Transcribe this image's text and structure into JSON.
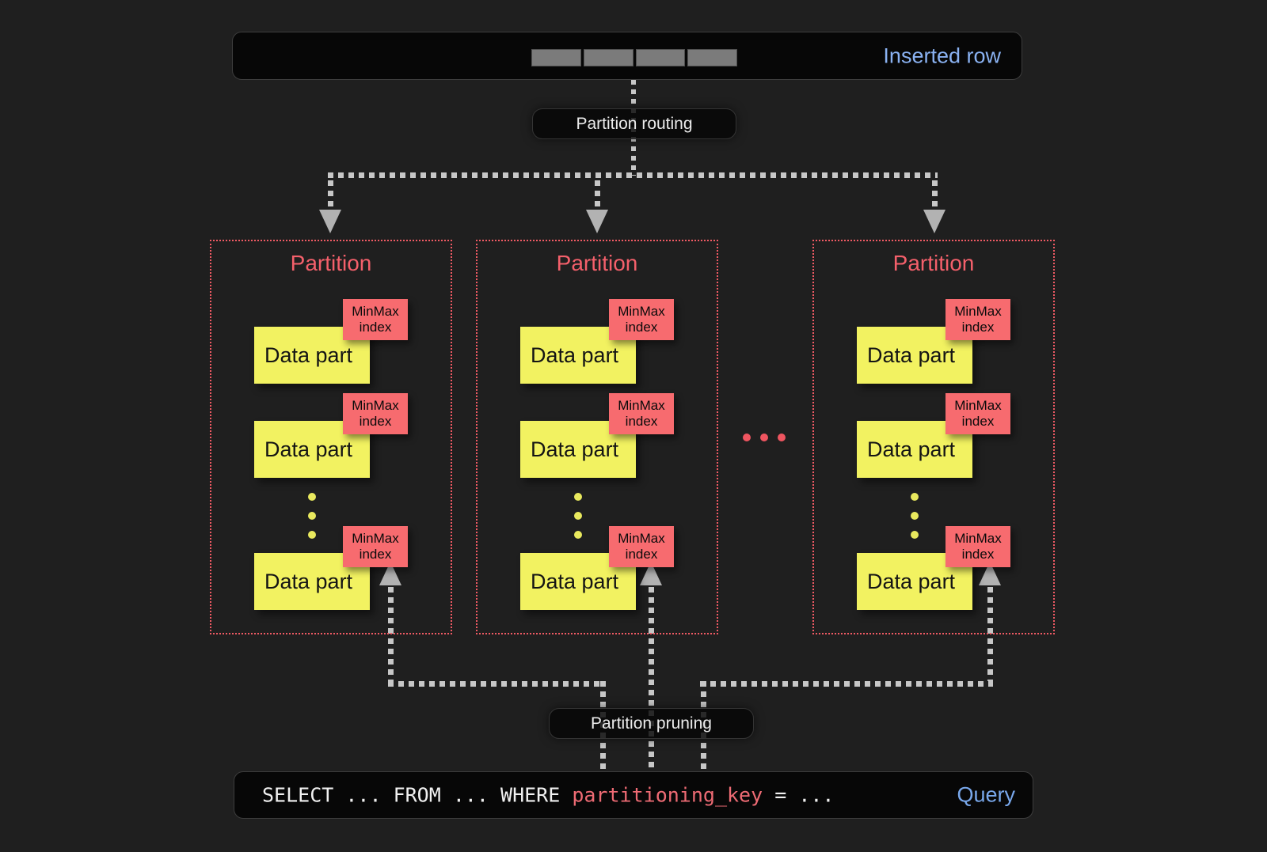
{
  "inserted_row": {
    "label": "Inserted row",
    "segment_count": 4
  },
  "routing": {
    "label": "Partition routing"
  },
  "pruning": {
    "label": "Partition pruning"
  },
  "partitions": [
    {
      "title": "Partition",
      "parts": [
        {
          "label": "Data part",
          "index": "MinMax index"
        },
        {
          "label": "Data part",
          "index": "MinMax index"
        },
        {
          "label": "Data part",
          "index": "MinMax index"
        }
      ]
    },
    {
      "title": "Partition",
      "parts": [
        {
          "label": "Data part",
          "index": "MinMax index"
        },
        {
          "label": "Data part",
          "index": "MinMax index"
        },
        {
          "label": "Data part",
          "index": "MinMax index"
        }
      ]
    },
    {
      "title": "Partition",
      "parts": [
        {
          "label": "Data part",
          "index": "MinMax index"
        },
        {
          "label": "Data part",
          "index": "MinMax index"
        },
        {
          "label": "Data part",
          "index": "MinMax index"
        }
      ]
    }
  ],
  "ellipsis": "...",
  "query": {
    "code_before": "SELECT ... FROM ... WHERE ",
    "code_key": "partitioning_key",
    "code_after": " = ...",
    "label": "Query"
  },
  "colors": {
    "background": "#1f1f1f",
    "accent_red": "#f05a64",
    "tag_red": "#f76b6f",
    "part_yellow": "#f2f261",
    "inserted_blue": "#8ab2f2",
    "query_blue": "#79a8ec",
    "dash_gray": "#c7c7c7"
  }
}
